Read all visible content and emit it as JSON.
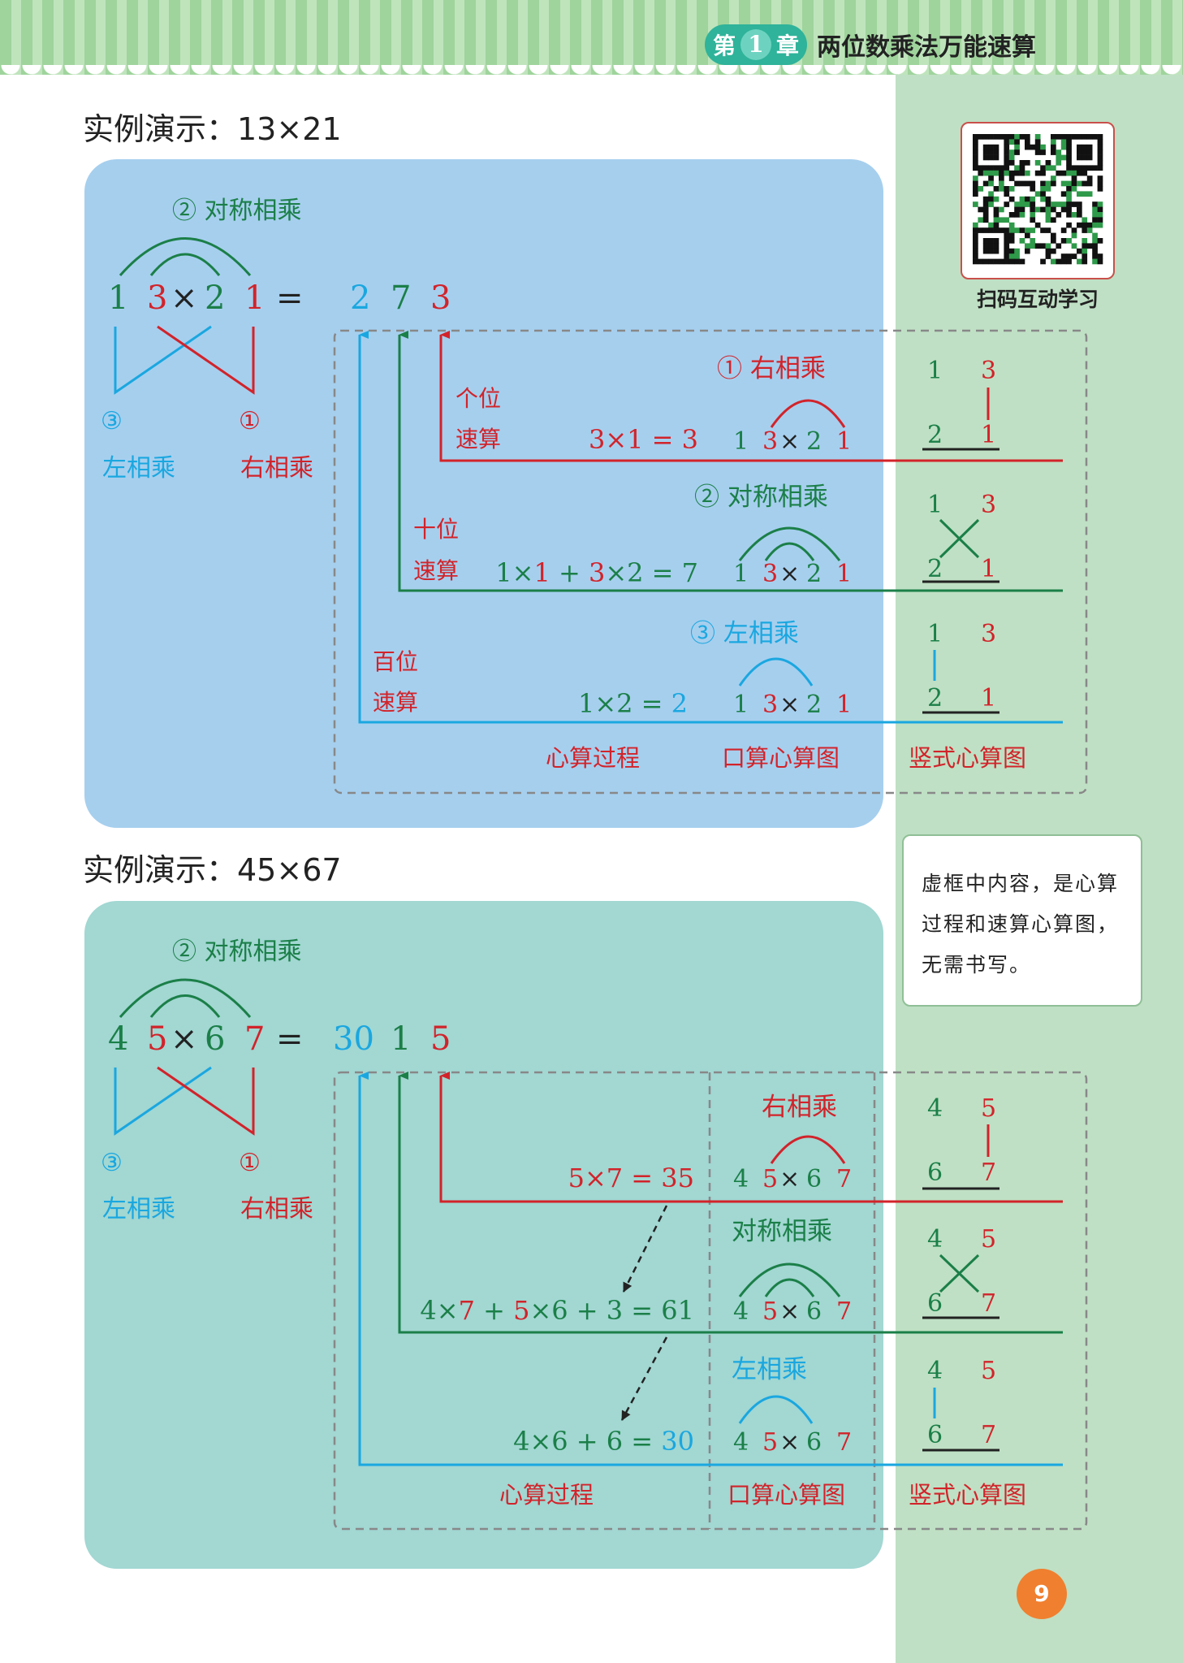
{
  "header": {
    "chapter_prefix": "第",
    "chapter_number": "1",
    "chapter_suffix": "章",
    "chapter_title": "两位数乘法万能速算"
  },
  "qr": {
    "label": "扫码互动学习"
  },
  "note": {
    "text": "虚框中内容，是心算过程和速算心算图，无需书写。"
  },
  "page_number": "9",
  "colors": {
    "blue": "#1aa7e0",
    "green": "#1b7f48",
    "red": "#d2232a",
    "panel1": "#a6cfee",
    "panel2": "#a2d7d2",
    "sidebar": "#bfe0c4"
  },
  "example1": {
    "title": "实例演示：13×21",
    "top_label": "② 对称相乘",
    "expr": {
      "a1": "1",
      "a2": "3",
      "times": "×",
      "b1": "2",
      "b2": "1",
      "eq": "="
    },
    "result": {
      "r1": "2",
      "r2": "7",
      "r3": "3"
    },
    "left_mark": "③",
    "left_label": "左相乘",
    "right_mark": "①",
    "right_label": "右相乘",
    "rows": [
      {
        "place_line1": "个位",
        "place_line2": "速算",
        "calc": [
          {
            "t": "3",
            "c": "red"
          },
          {
            "t": "×",
            "c": "red"
          },
          {
            "t": "1",
            "c": "red"
          },
          {
            "t": " = ",
            "c": "red"
          },
          {
            "t": "3",
            "c": "red"
          }
        ],
        "diagram_title": "① 右相乘",
        "oral": {
          "a1": "1",
          "a2": "3",
          "times": "×",
          "b1": "2",
          "b2": "1"
        },
        "vertical": {
          "top1": "1",
          "top2": "3",
          "bot1": "2",
          "bot2": "1"
        }
      },
      {
        "place_line1": "十位",
        "place_line2": "速算",
        "calc": [
          {
            "t": "1",
            "c": "green"
          },
          {
            "t": "×",
            "c": "green"
          },
          {
            "t": "1",
            "c": "red"
          },
          {
            "t": " + ",
            "c": "green"
          },
          {
            "t": "3",
            "c": "red"
          },
          {
            "t": "×",
            "c": "green"
          },
          {
            "t": "2",
            "c": "green"
          },
          {
            "t": " = ",
            "c": "green"
          },
          {
            "t": "7",
            "c": "green"
          }
        ],
        "diagram_title": "② 对称相乘",
        "oral": {
          "a1": "1",
          "a2": "3",
          "times": "×",
          "b1": "2",
          "b2": "1"
        },
        "vertical": {
          "top1": "1",
          "top2": "3",
          "bot1": "2",
          "bot2": "1"
        }
      },
      {
        "place_line1": "百位",
        "place_line2": "速算",
        "calc": [
          {
            "t": "1",
            "c": "green"
          },
          {
            "t": "×",
            "c": "green"
          },
          {
            "t": "2",
            "c": "green"
          },
          {
            "t": " = ",
            "c": "green"
          },
          {
            "t": "2",
            "c": "blue"
          }
        ],
        "diagram_title": "③ 左相乘",
        "oral": {
          "a1": "1",
          "a2": "3",
          "times": "×",
          "b1": "2",
          "b2": "1"
        },
        "vertical": {
          "top1": "1",
          "top2": "3",
          "bot1": "2",
          "bot2": "1"
        }
      }
    ],
    "footer": {
      "process": "心算过程",
      "oral": "口算心算图",
      "vertical": "竖式心算图"
    }
  },
  "example2": {
    "title": "实例演示：45×67",
    "top_label": "② 对称相乘",
    "expr": {
      "a1": "4",
      "a2": "5",
      "times": "×",
      "b1": "6",
      "b2": "7",
      "eq": "="
    },
    "result": {
      "r1": "30",
      "r2": "1",
      "r3": "5"
    },
    "left_mark": "③",
    "left_label": "左相乘",
    "right_mark": "①",
    "right_label": "右相乘",
    "rows": [
      {
        "calc": [
          {
            "t": "5",
            "c": "red"
          },
          {
            "t": "×",
            "c": "red"
          },
          {
            "t": "7",
            "c": "red"
          },
          {
            "t": " = ",
            "c": "red"
          },
          {
            "t": "35",
            "c": "red"
          }
        ],
        "diagram_title": "右相乘",
        "oral": {
          "a1": "4",
          "a2": "5",
          "times": "×",
          "b1": "6",
          "b2": "7"
        },
        "vertical": {
          "top1": "4",
          "top2": "5",
          "bot1": "6",
          "bot2": "7"
        }
      },
      {
        "calc": [
          {
            "t": "4",
            "c": "green"
          },
          {
            "t": "×",
            "c": "green"
          },
          {
            "t": "7",
            "c": "red"
          },
          {
            "t": " + ",
            "c": "green"
          },
          {
            "t": "5",
            "c": "red"
          },
          {
            "t": "×",
            "c": "green"
          },
          {
            "t": "6",
            "c": "green"
          },
          {
            "t": " + ",
            "c": "green"
          },
          {
            "t": "3",
            "c": "green"
          },
          {
            "t": " = ",
            "c": "green"
          },
          {
            "t": "61",
            "c": "green"
          }
        ],
        "diagram_title": "对称相乘",
        "oral": {
          "a1": "4",
          "a2": "5",
          "times": "×",
          "b1": "6",
          "b2": "7"
        },
        "vertical": {
          "top1": "4",
          "top2": "5",
          "bot1": "6",
          "bot2": "7"
        }
      },
      {
        "calc": [
          {
            "t": "4",
            "c": "green"
          },
          {
            "t": "×",
            "c": "green"
          },
          {
            "t": "6",
            "c": "green"
          },
          {
            "t": " + ",
            "c": "green"
          },
          {
            "t": "6",
            "c": "green"
          },
          {
            "t": " = ",
            "c": "green"
          },
          {
            "t": "30",
            "c": "blue"
          }
        ],
        "diagram_title": "左相乘",
        "oral": {
          "a1": "4",
          "a2": "5",
          "times": "×",
          "b1": "6",
          "b2": "7"
        },
        "vertical": {
          "top1": "4",
          "top2": "5",
          "bot1": "6",
          "bot2": "7"
        }
      }
    ],
    "footer": {
      "process": "心算过程",
      "oral": "口算心算图",
      "vertical": "竖式心算图"
    }
  }
}
